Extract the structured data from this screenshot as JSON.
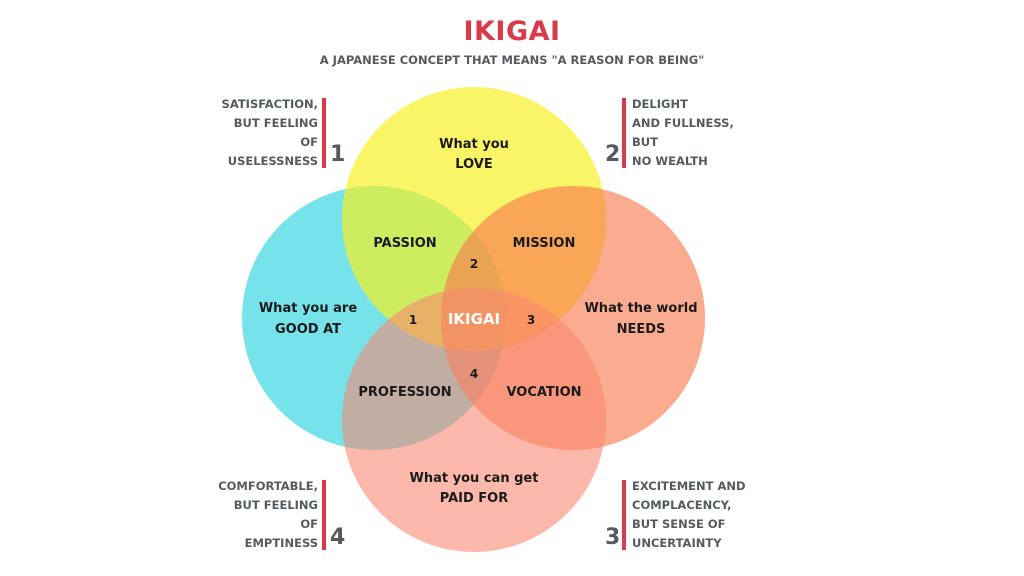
{
  "title": "IKIGAI",
  "subtitle": "A JAPANESE CONCEPT THAT MEANS \"A REASON FOR BEING\"",
  "colors": {
    "accent": "#d93a4a",
    "love": "#f7f01e",
    "good_at": "#4fdbe6",
    "needs": "#f9784c",
    "paid_for": "#f9876e"
  },
  "circles": {
    "love": {
      "line1": "What you",
      "line2": "LOVE"
    },
    "good_at": {
      "line1": "What you are",
      "line2": "GOOD AT"
    },
    "needs": {
      "line1": "What the world",
      "line2": "NEEDS"
    },
    "paid_for": {
      "line1": "What you can get",
      "line2": "PAID FOR"
    }
  },
  "intersections": {
    "passion": "PASSION",
    "mission": "MISSION",
    "profession": "PROFESSION",
    "vocation": "VOCATION",
    "center": "IKIGAI"
  },
  "region_numbers": {
    "n1": "1",
    "n2": "2",
    "n3": "3",
    "n4": "4"
  },
  "notes": {
    "note1": {
      "number": "1",
      "lines": [
        "SATISFACTION,",
        "BUT FEELING",
        "OF",
        "USELESSNESS"
      ]
    },
    "note2": {
      "number": "2",
      "lines": [
        "DELIGHT",
        "AND FULLNESS,",
        "BUT",
        "NO WEALTH"
      ]
    },
    "note3": {
      "number": "3",
      "lines": [
        "EXCITEMENT AND",
        "COMPLACENCY,",
        "BUT SENSE OF",
        "UNCERTAINTY"
      ]
    },
    "note4": {
      "number": "4",
      "lines": [
        "COMFORTABLE,",
        "BUT FEELING",
        "OF",
        "EMPTINESS"
      ]
    }
  }
}
